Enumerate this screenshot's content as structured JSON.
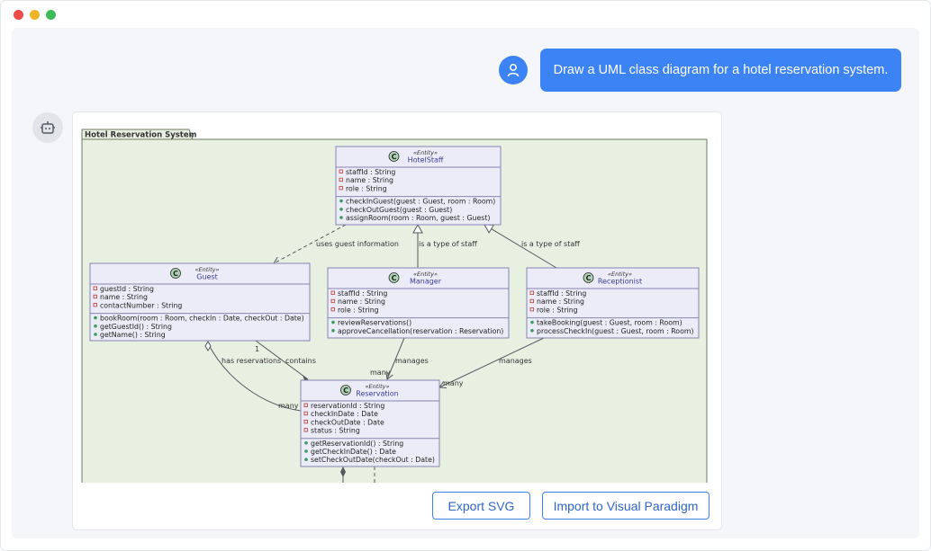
{
  "chat": {
    "user_message": "Draw a UML class diagram for a hotel reservation system."
  },
  "actions": {
    "export_label": "Export SVG",
    "import_label": "Import to Visual Paradigm"
  },
  "diagram": {
    "package_title": "Hotel Reservation System",
    "stereotype": "«Entity»",
    "class_icon": "C",
    "classes": {
      "hotelstaff": {
        "name": "HotelStaff",
        "attributes": [
          "staffId : String",
          "name : String",
          "role : String"
        ],
        "methods": [
          "checkInGuest(guest : Guest, room : Room)",
          "checkOutGuest(guest : Guest)",
          "assignRoom(room : Room, guest : Guest)"
        ]
      },
      "guest": {
        "name": "Guest",
        "attributes": [
          "guestId : String",
          "name : String",
          "contactNumber : String"
        ],
        "methods": [
          "bookRoom(room : Room, checkIn : Date, checkOut : Date)",
          "getGuestId() : String",
          "getName() : String"
        ]
      },
      "manager": {
        "name": "Manager",
        "attributes": [
          "staffId : String",
          "name : String",
          "role : String"
        ],
        "methods": [
          "reviewReservations()",
          "approveCancellation(reservation : Reservation)"
        ]
      },
      "receptionist": {
        "name": "Receptionist",
        "attributes": [
          "staffId : String",
          "name : String",
          "role : String"
        ],
        "methods": [
          "takeBooking(guest : Guest, room : Room)",
          "processCheckIn(guest : Guest, room : Room)"
        ]
      },
      "reservation": {
        "name": "Reservation",
        "attributes": [
          "reservationId : String",
          "checkInDate : Date",
          "checkOutDate : Date",
          "status : String"
        ],
        "methods": [
          "getReservationId() : String",
          "getCheckInDate() : Date",
          "setCheckOutDate(checkOut : Date)"
        ]
      }
    },
    "relations": {
      "uses_guest_info": "uses guest information",
      "manager_type": "is a type of staff",
      "receptionist_type": "is a type of staff",
      "has_reservations": "has reservations",
      "contains": "contains",
      "manager_manages": "manages",
      "receptionist_manages": "manages"
    },
    "multiplicities": {
      "contains_one": "1",
      "manager_many": "many",
      "receptionist_many": "many",
      "has_many": "many"
    }
  },
  "colors": {
    "accent": "#3c83f6",
    "package_fill": "#e8f0e2",
    "class_fill": "#ececf8",
    "class_border": "#8585b4",
    "class_name": "#3a3a9a"
  }
}
